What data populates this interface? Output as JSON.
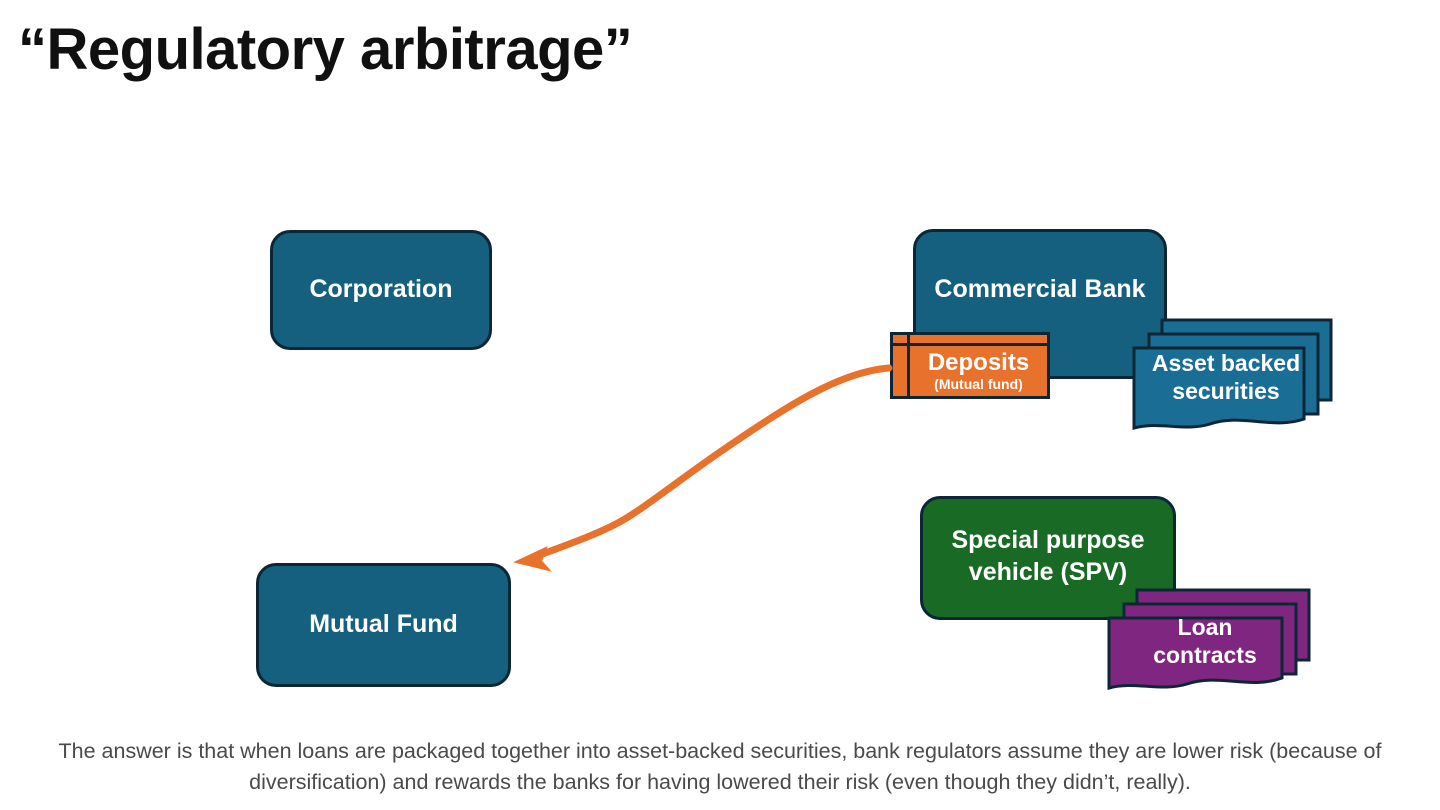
{
  "slide": {
    "title": "“Regulatory arbitrage”",
    "caption": "The answer is that when loans are packaged together into asset-backed securities, bank regulators assume they are lower risk (because of diversification) and rewards the banks for having lowered their risk (even though they didn’t, really)."
  },
  "colors": {
    "teal_fill": "#15607F",
    "abs_fill": "#1A6E96",
    "green_fill": "#196A25",
    "purple_fill": "#7F2780",
    "orange_fill": "#E8722B",
    "outline": "#0d2636",
    "caption_text": "#4a4a4a",
    "title_text": "#101010",
    "node_text": "#ffffff",
    "background": "#ffffff"
  },
  "nodes": {
    "corporation": {
      "label": "Corporation",
      "shape": "rounded-rectangle",
      "fill": "#15607F"
    },
    "mutual_fund": {
      "label": "Mutual Fund",
      "shape": "rounded-rectangle",
      "fill": "#15607F"
    },
    "commercial_bank": {
      "label": "Commercial Bank",
      "shape": "rounded-rectangle",
      "fill": "#15607F"
    },
    "special_purpose_vehicle": {
      "label": "Special purpose\nvehicle (SPV)",
      "shape": "rounded-rectangle",
      "fill": "#196A25"
    },
    "deposits": {
      "label": "Deposits",
      "sublabel": "(Mutual fund)",
      "shape": "table",
      "fill": "#E8722B"
    },
    "asset_backed_securities": {
      "label": "Asset backed\nsecurities",
      "shape": "document-stack",
      "count": 3,
      "fill": "#1A6E96"
    },
    "loan_contracts": {
      "label": "Loan\ncontracts",
      "shape": "document-stack",
      "count": 3,
      "fill": "#7F2780"
    }
  },
  "connectors": [
    {
      "name": "deposits-to-mutual-fund",
      "from": "deposits",
      "to": "mutual_fund",
      "style": "curved-arrow",
      "color": "#E8722B",
      "width": 7
    }
  ]
}
